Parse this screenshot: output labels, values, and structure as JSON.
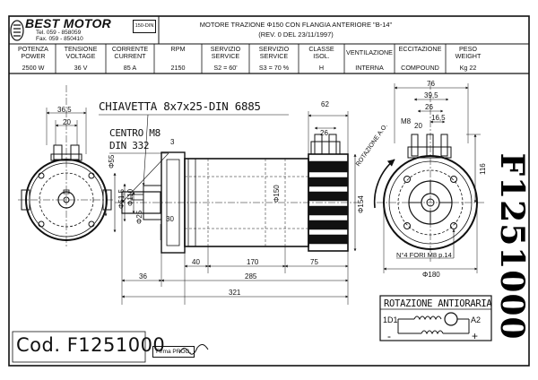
{
  "company": {
    "name": "BEST MOTOR",
    "tel": "Tel. 059 - 858059",
    "fax": "Fax. 059 - 850410",
    "cert_badge": "150-DIN"
  },
  "title": {
    "line1": "MOTORE TRAZIONE Φ150 CON FLANGIA ANTERIORE \"B-14\"",
    "line2": "(REV. 0 DEL 23/11/1997)"
  },
  "specs": [
    {
      "label": "POTENZA\nPOWER",
      "value": "2500 W"
    },
    {
      "label": "TENSIONE\nVOLTAGE",
      "value": "36 V"
    },
    {
      "label": "CORRENTE\nCURRENT",
      "value": "85 A"
    },
    {
      "label": "RPM",
      "value": "2150"
    },
    {
      "label": "SERVIZIO\nSERVICE",
      "value": "S2 = 60'"
    },
    {
      "label": "SERVIZIO\nSERVICE",
      "value": "S3 = 70 %"
    },
    {
      "label": "CLASSE\nISOL.",
      "value": "H"
    },
    {
      "label": "VENTILAZIONE",
      "value": "INTERNA"
    },
    {
      "label": "ECCITAZIONE",
      "value": "COMPOUND"
    },
    {
      "label": "PESO\nWEIGHT",
      "value": "Kg 22"
    }
  ],
  "notes": {
    "chiavetta": "CHIAVETTA 8x7x25-DIN 6885",
    "centro1": "CENTRO M8",
    "centro2": "DIN 332",
    "fori": "N°4 FORI M8 p.14",
    "rotazione_ao": "ROTAZIONE A.O."
  },
  "dimensions": {
    "left_view": [
      "36,5",
      "20",
      "Φ55",
      "Φ51,5",
      "Φ110",
      "Φ25",
      "3",
      "30"
    ],
    "side_view": [
      "62",
      "26",
      "40",
      "170",
      "75",
      "36",
      "285",
      "321",
      "Φ150",
      "Φ154"
    ],
    "right_view": [
      "76",
      "39,5",
      "26",
      "16,5",
      "M8",
      "20",
      "116",
      "Φ180"
    ]
  },
  "rotation": {
    "title": "ROTAZIONE ANTIORARIA",
    "t1": "1D1",
    "t2": "A2",
    "minus": "-",
    "plus": "+"
  },
  "code": {
    "cod_label": "Cod. F1251000",
    "vertical": "F1251000",
    "firma": "Firma PROG."
  }
}
